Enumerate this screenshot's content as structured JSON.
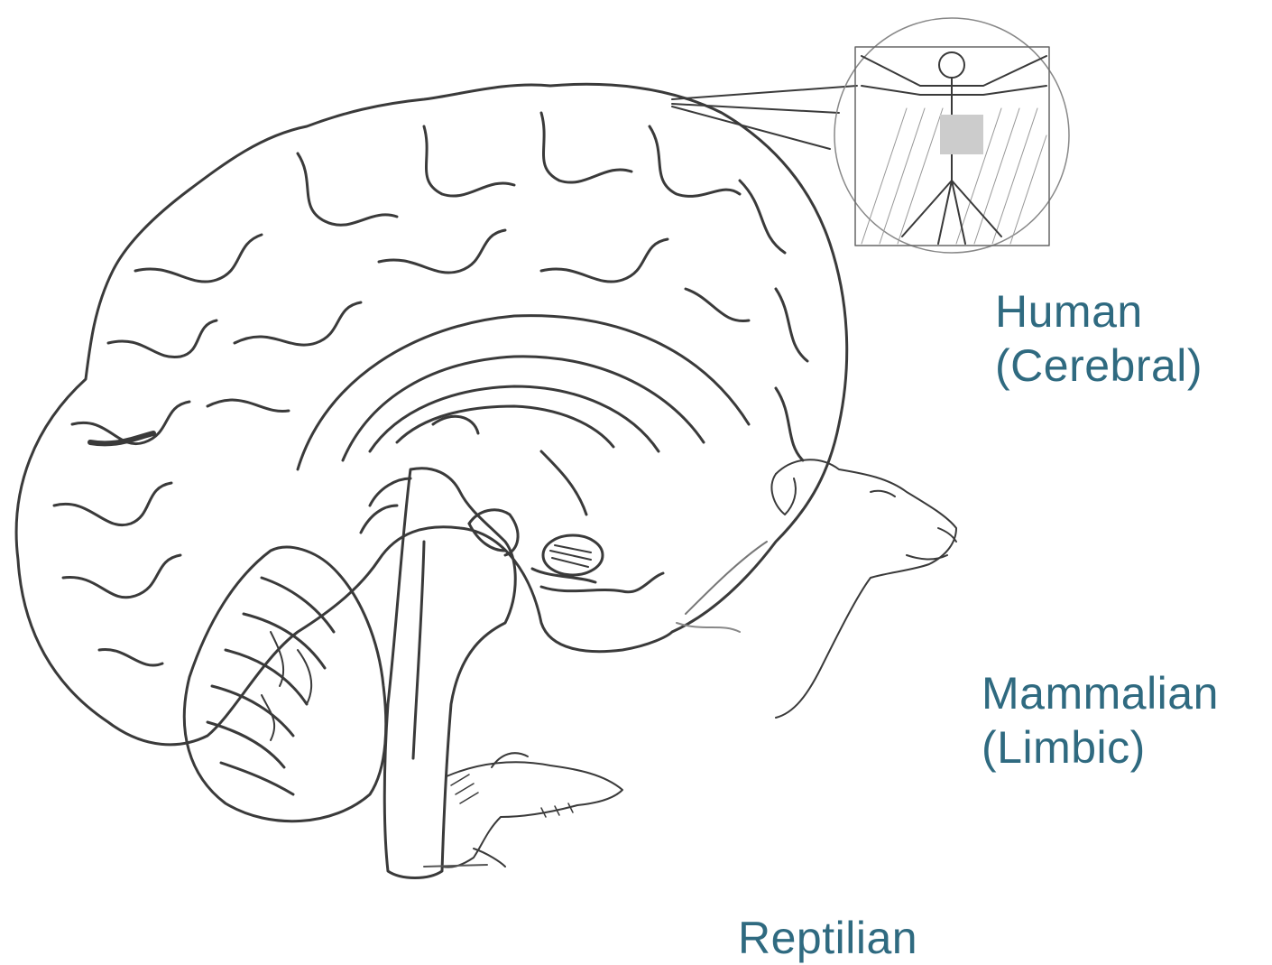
{
  "labels": {
    "human": {
      "line1": "Human",
      "line2": "(Cerebral)"
    },
    "mammalian": {
      "line1": "Mammalian",
      "line2": "(Limbic)"
    },
    "reptilian": {
      "line1": "Reptilian"
    }
  },
  "colors": {
    "label_text": "#2f6a80",
    "line_art": "#3a3a3a",
    "censor_box": "#cccccc",
    "background": "#ffffff"
  },
  "icons": [
    "vitruvian-man-icon",
    "dog-head-icon",
    "crocodile-icon"
  ]
}
